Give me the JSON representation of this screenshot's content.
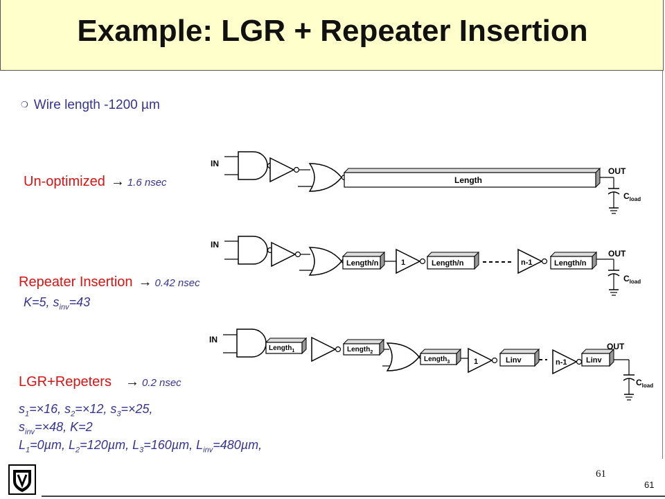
{
  "title": "Example: LGR + Repeater Insertion",
  "bullet": "Wire length -1200 µm",
  "rows": [
    {
      "label": "Un-optimized",
      "time": "1.6 nsec"
    },
    {
      "label": "Repeater Insertion",
      "time": "0.42 nsec",
      "params": [
        "K=5, s",
        "inv",
        "=43"
      ]
    },
    {
      "label": "LGR+Repeters",
      "time": "0.2 nsec"
    }
  ],
  "lgr_params": {
    "line1": [
      "s",
      "1",
      "=×16, s",
      "2",
      "=×12, s",
      "3",
      "=×25,"
    ],
    "line2": [
      "s",
      "inv",
      "=×48, K=2"
    ],
    "line3": [
      "L",
      "1",
      "=0µm, L",
      "2",
      "=120µm, L",
      "3",
      "=160µm, L",
      "inv",
      "=480µm,"
    ]
  },
  "diagram": {
    "in": "IN",
    "out": "OUT",
    "c": "C",
    "load": "load",
    "length": "Length",
    "length_n": "Length/n",
    "one": "1",
    "n_minus_1": "n-1",
    "length_sub": "Length",
    "sub1": "1",
    "sub2": "2",
    "sub3": "3",
    "linv": "Linv"
  },
  "page_number": "61",
  "page_number_corner": "61",
  "arrow_glyph": "→",
  "bullet_glyph": "❍"
}
